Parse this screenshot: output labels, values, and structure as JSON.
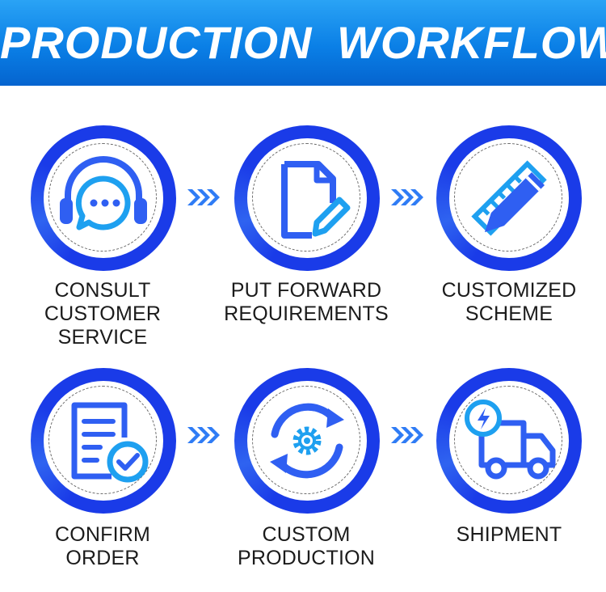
{
  "header": {
    "title": "PRODUCTION WORKFLOW"
  },
  "steps": [
    {
      "line1": "CONSULT",
      "line2": "CUSTOMER SERVICE",
      "icon": "headset-chat-icon"
    },
    {
      "line1": "PUT FORWARD",
      "line2": "REQUIREMENTS",
      "icon": "document-edit-icon"
    },
    {
      "line1": "CUSTOMIZED",
      "line2": "SCHEME",
      "icon": "pencil-ruler-icon"
    },
    {
      "line1": "CONFIRM",
      "line2": "ORDER",
      "icon": "order-check-icon"
    },
    {
      "line1": "CUSTOM",
      "line2": "PRODUCTION",
      "icon": "gear-cycle-icon"
    },
    {
      "line1": "SHIPMENT",
      "line2": "",
      "icon": "delivery-truck-icon"
    }
  ],
  "colors": {
    "banner_top": "#2aa3f5",
    "banner_bottom": "#0564cf",
    "ring": "#1a3be8",
    "icon_blue": "#2f5ff2",
    "icon_light": "#1ea0f0"
  }
}
